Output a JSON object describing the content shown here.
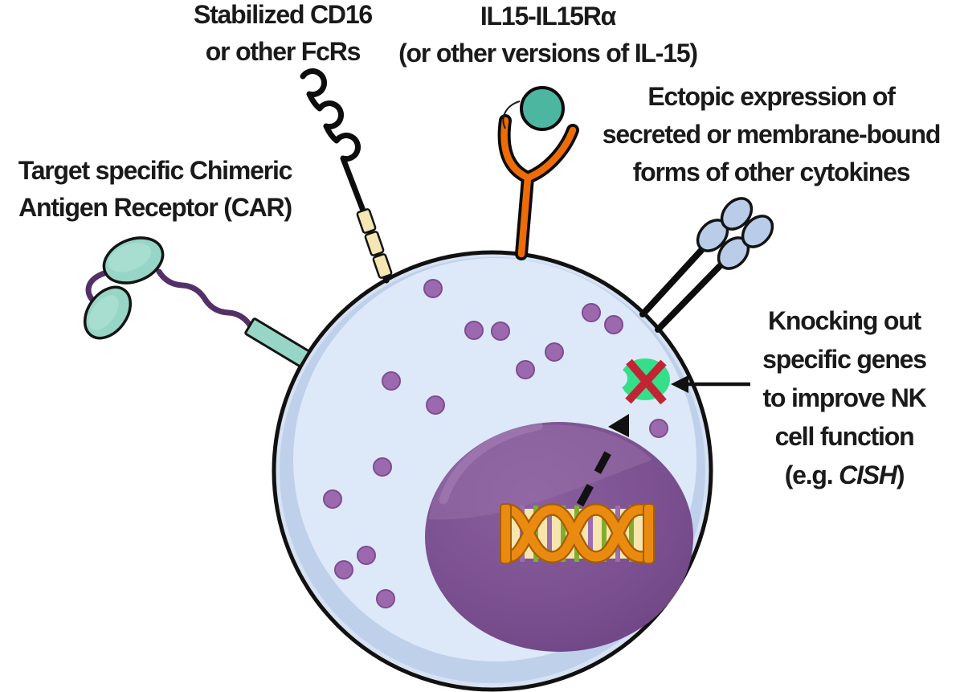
{
  "labels": {
    "car": {
      "lines": [
        "Target specific Chimeric",
        "Antigen Receptor (CAR)"
      ]
    },
    "cd16": {
      "lines": [
        "Stabilized CD16",
        "or other FcRs"
      ]
    },
    "il15": {
      "lines": [
        "IL15-IL15Rα",
        "(or other versions of IL-15)"
      ]
    },
    "ectopic": {
      "lines": [
        "Ectopic expression of",
        "secreted or membrane-bound",
        "forms of other cytokines"
      ]
    },
    "knockout": {
      "lines": [
        "Knocking out",
        "specific genes",
        "to improve NK",
        "cell function"
      ],
      "example_prefix": "(e.g. ",
      "example_gene": "CISH",
      "example_suffix": ")"
    }
  },
  "icons": {
    "nk-cell-body": "large light-blue circle with black outline",
    "nucleus": "purple circle with glossy highlight",
    "dna-helix-icon": "orange double helix with green and purple rungs",
    "cytoplasmic-granule": "small purple dot",
    "car-receptor-icon": "two teal scFv ovals + purple zigzag linker + teal membrane segment",
    "cd16-receptor-icon": "black triple-curl chain with three tan segments",
    "il15-receptor-icon": "orange Y-shaped receptor",
    "il15-cytokine-icon": "teal ball docked in receptor cup",
    "cytokine-receptor-icon": "black stalk topped by two blue ovals",
    "knockout-gene-icon": "green gene blob",
    "red-x-icon": "red cross over gene",
    "solid-arrow-icon": "left-pointing black arrow",
    "dashed-arrow-icon": "black dashed arrow from DNA toward gene"
  },
  "colors": {
    "cell_fill": "#dde9f8",
    "cell_rim": "#bfd0ea",
    "cell_edge": "#d6e2f3",
    "outline": "#111111",
    "nucleus_dark": "#68407e",
    "nucleus_mid": "#7b5090",
    "nucleus_light": "#8a5f9e",
    "nucleus_sheen": "#9b74ab",
    "granule": "#9c69af",
    "granule_edge": "#7d4c92",
    "dna_bg": "#f8e5ae",
    "dna_strand": "#ea8b10",
    "dna_strand_edge": "#a35f00",
    "dna_rung_green": "#7fae2f",
    "dna_rung_purple": "#9a6cb3",
    "car_domain": "#97d6c6",
    "car_domain_light": "#abe0d1",
    "car_linker": "#543069",
    "cd16_segment": "#f5e6b4",
    "il15_receptor": "#ed6c05",
    "il15_cytokine": "#4db6a1",
    "cytokine_domain": "#b9cde9",
    "knockout_green": "#35df8a",
    "knockout_red": "#c32433",
    "text_color": "#1a1a1a"
  }
}
